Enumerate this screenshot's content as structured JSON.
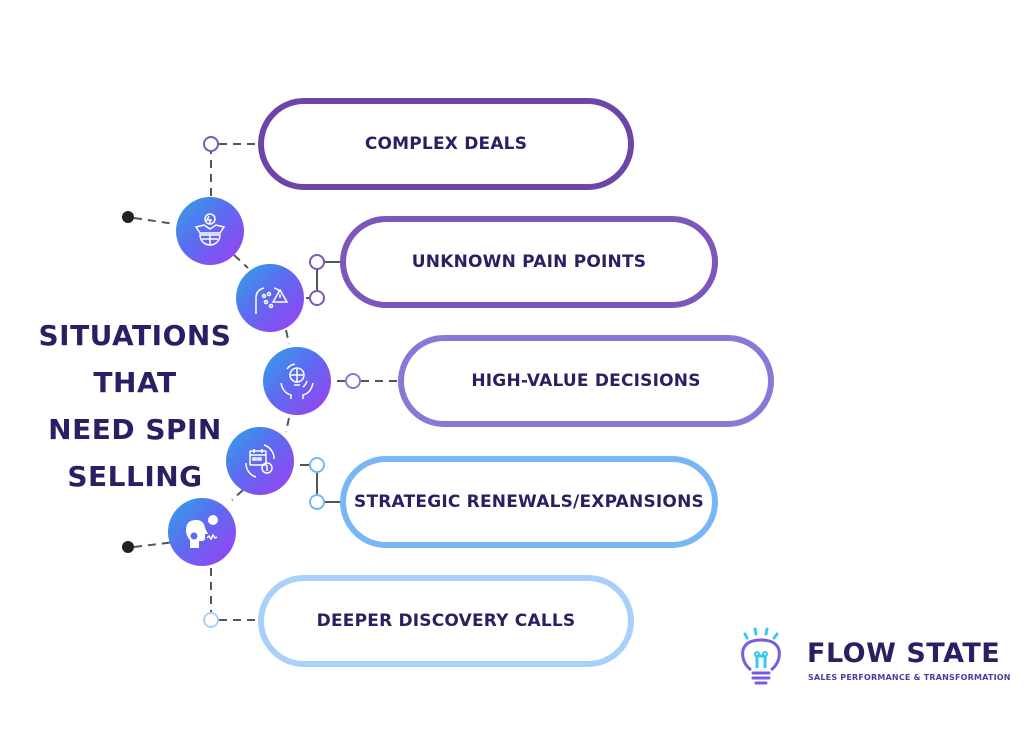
{
  "title": {
    "lines": [
      "SITUATIONS",
      "THAT",
      "NEED SPIN",
      "SELLING"
    ]
  },
  "situations": [
    {
      "label": "COMPLEX DEALS",
      "color": "#6e44a8",
      "icon": "handshake-globe-icon"
    },
    {
      "label": "UNKNOWN PAIN POINTS",
      "color": "#7b56bb",
      "icon": "body-pain-warning-icon"
    },
    {
      "label": "HIGH-VALUE DECISIONS",
      "color": "#8b78d6",
      "icon": "hands-diamond-bulb-icon"
    },
    {
      "label": "STRATEGIC RENEWALS/EXPANSIONS",
      "color": "#79b6f6",
      "icon": "calendar-renewal-dollar-icon"
    },
    {
      "label": "DEEPER DISCOVERY CALLS",
      "color": "#a8d0fa",
      "icon": "head-voice-microphone-icon"
    }
  ],
  "colors": {
    "title": "#2b1f63",
    "connector": "#555555",
    "gradient_start": "#2fa4e7",
    "gradient_end": "#a13cf2"
  },
  "logo": {
    "name": "FLOW STATE",
    "tagline": "SALES PERFORMANCE & TRANSFORMATION",
    "icon": "lightbulb-icon"
  }
}
